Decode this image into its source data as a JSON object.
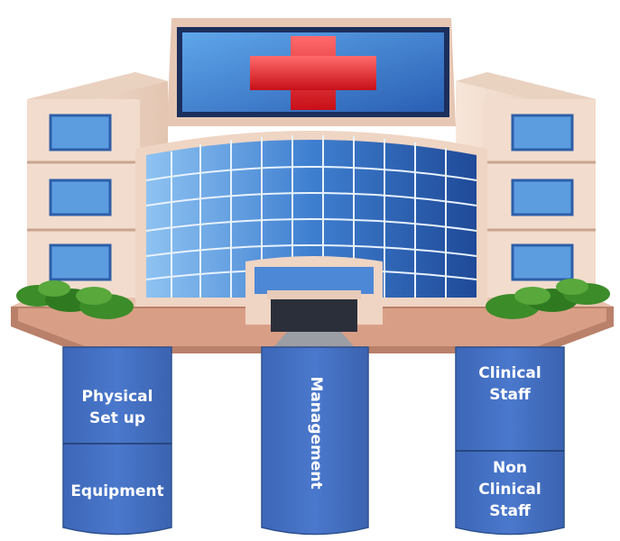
{
  "pillars": {
    "left": {
      "top_label": "Physical\nSet up",
      "bottom_label": "Equipment"
    },
    "center": {
      "label": "Management"
    },
    "right": {
      "top_label": "Clinical\nStaff",
      "bottom_label": "Non\nClinical\nStaff"
    }
  },
  "colors": {
    "pillar": "#4472c4",
    "pillar_border": "#2f528f",
    "cross": "#e8222b",
    "glass": "#3e78c8",
    "wall": "#f3dccb",
    "trees": "#3c8c2a"
  }
}
